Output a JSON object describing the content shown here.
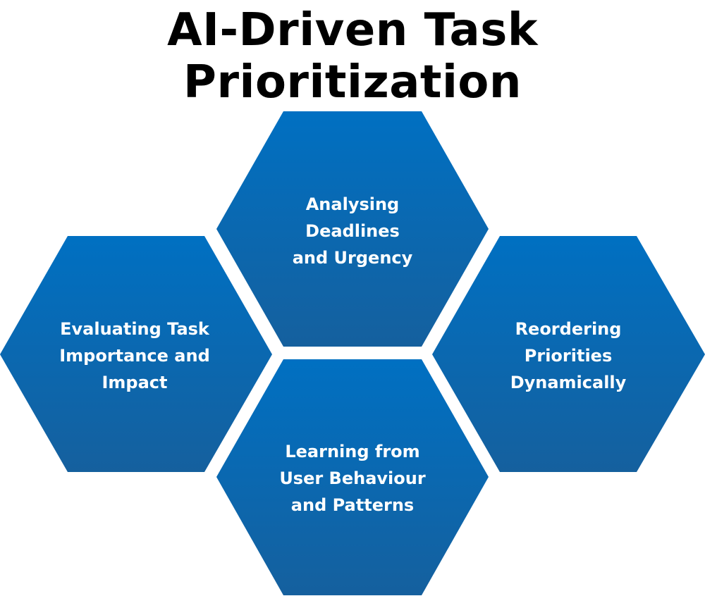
{
  "title": "AI-Driven Task Prioritization",
  "colors": {
    "hex_top": "#0070C2",
    "hex_bottom": "#15609E",
    "text": "#FFFFFF",
    "title": "#000000"
  },
  "hexagons": [
    {
      "position": "top",
      "lines": [
        "Analysing Deadlines",
        "and Urgency"
      ]
    },
    {
      "position": "left",
      "lines": [
        "Evaluating Task",
        "Importance and",
        "Impact"
      ]
    },
    {
      "position": "right",
      "lines": [
        "Reordering",
        "Priorities",
        "Dynamically"
      ]
    },
    {
      "position": "bottom",
      "lines": [
        "Learning from",
        "User Behaviour",
        "and Patterns"
      ]
    }
  ]
}
